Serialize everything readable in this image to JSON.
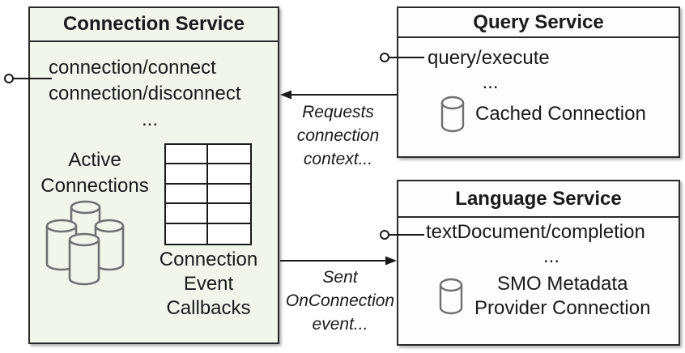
{
  "colors": {
    "connection_box_fill": "#f2f5eb",
    "service_box_fill": "#fdfdfd",
    "border": "#2b2b2b",
    "text": "#1a1a1a",
    "cylinder_stroke": "#707070"
  },
  "connection_service": {
    "title": "Connection Service",
    "methods": [
      "connection/connect",
      "connection/disconnect",
      "..."
    ],
    "active_connections": {
      "lines": [
        "Active",
        "Connections"
      ],
      "icon": "database-cluster-icon"
    },
    "callbacks": {
      "lines": [
        "Connection",
        "Event",
        "Callbacks"
      ],
      "table_rows": 5,
      "table_cols": 2
    }
  },
  "query_service": {
    "title": "Query Service",
    "methods": [
      "query/execute",
      "..."
    ],
    "cached_connection": {
      "label": "Cached Connection",
      "icon": "database-icon"
    }
  },
  "language_service": {
    "title": "Language Service",
    "methods": [
      "textDocument/completion",
      "..."
    ],
    "smo_connection": {
      "lines": [
        "SMO Metadata",
        "Provider Connection"
      ],
      "icon": "database-icon"
    }
  },
  "arrows": {
    "requests_connection_context": {
      "lines": [
        "Requests",
        "connection",
        "context..."
      ],
      "direction": "right-to-left"
    },
    "sent_onconnection_event": {
      "lines": [
        "Sent",
        "OnConnection",
        "event..."
      ],
      "direction": "left-to-right"
    }
  }
}
